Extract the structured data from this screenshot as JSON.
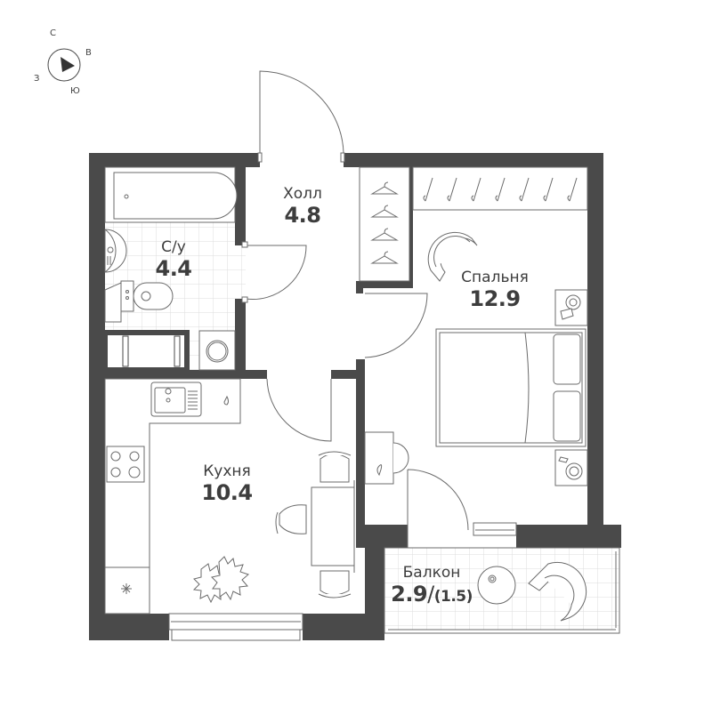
{
  "compass": {
    "north": "С",
    "east": "В",
    "south": "Ю",
    "west": "З"
  },
  "rooms": [
    {
      "id": "hall",
      "name": "Холл",
      "area": "4.8"
    },
    {
      "id": "bathroom",
      "name": "С/у",
      "area": "4.4"
    },
    {
      "id": "bedroom",
      "name": "Спальня",
      "area": "12.9"
    },
    {
      "id": "kitchen",
      "name": "Кухня",
      "area": "10.4"
    },
    {
      "id": "balcony",
      "name": "Балкон",
      "area": "2.9",
      "area_reduced": "(1.5)"
    }
  ],
  "colors": {
    "wall": "#4a4a4a",
    "line": "#6b6b6b",
    "tile": "#d9d9d9",
    "background": "#ffffff"
  }
}
